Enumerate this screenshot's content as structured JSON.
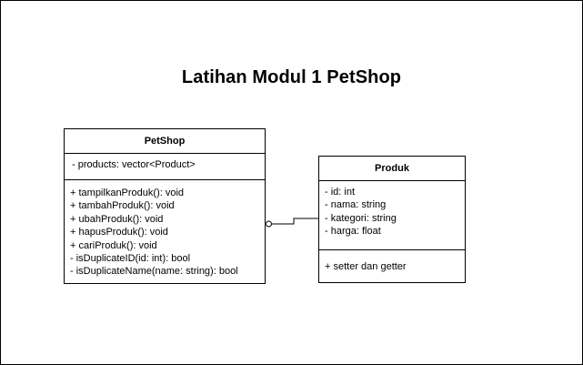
{
  "diagram": {
    "title": "Latihan Modul 1 PetShop",
    "classes": {
      "petshop": {
        "name": "PetShop",
        "attributes": [
          "- products: vector<Product>"
        ],
        "methods": [
          "+ tampilkanProduk(): void",
          "+ tambahProduk(): void",
          "+ ubahProduk(): void",
          "+ hapusProduk(): void",
          "+ cariProduk(): void",
          "- isDuplicateID(id: int): bool",
          "- isDuplicateName(name: string): bool"
        ]
      },
      "produk": {
        "name": "Produk",
        "attributes": [
          "- id: int",
          "- nama: string",
          "- kategori: string",
          "- harga: float"
        ],
        "methods": [
          "+ setter dan getter"
        ]
      }
    },
    "relation": {
      "type": "aggregation",
      "from": "PetShop",
      "to": "Produk"
    }
  }
}
